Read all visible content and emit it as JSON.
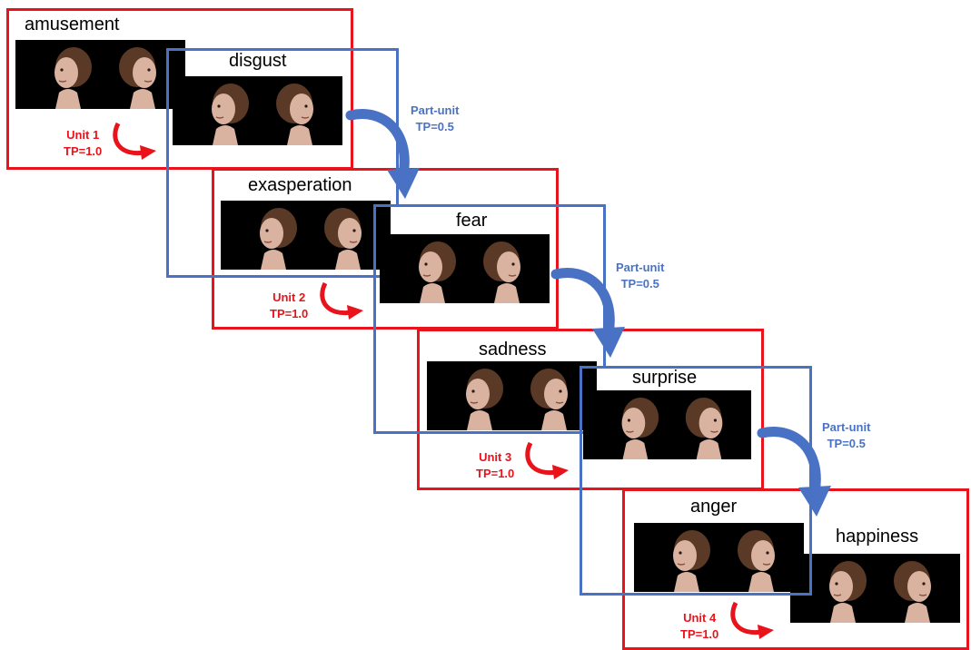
{
  "colors": {
    "unit": "#e8131b",
    "part_unit": "#4a72c4",
    "panel_bg": "#000000",
    "skin": "#d9b3a0",
    "hair": "#5a3a26"
  },
  "emotions": {
    "amusement": "amusement",
    "disgust": "disgust",
    "exasperation": "exasperation",
    "fear": "fear",
    "sadness": "sadness",
    "surprise": "surprise",
    "anger": "anger",
    "happiness": "happiness"
  },
  "units": [
    {
      "name": "Unit 1",
      "tp": "TP=1.0"
    },
    {
      "name": "Unit 2",
      "tp": "TP=1.0"
    },
    {
      "name": "Unit 3",
      "tp": "TP=1.0"
    },
    {
      "name": "Unit 4",
      "tp": "TP=1.0"
    }
  ],
  "part_units": [
    {
      "name": "Part-unit",
      "tp": "TP=0.5"
    },
    {
      "name": "Part-unit",
      "tp": "TP=0.5"
    },
    {
      "name": "Part-unit",
      "tp": "TP=0.5"
    }
  ]
}
